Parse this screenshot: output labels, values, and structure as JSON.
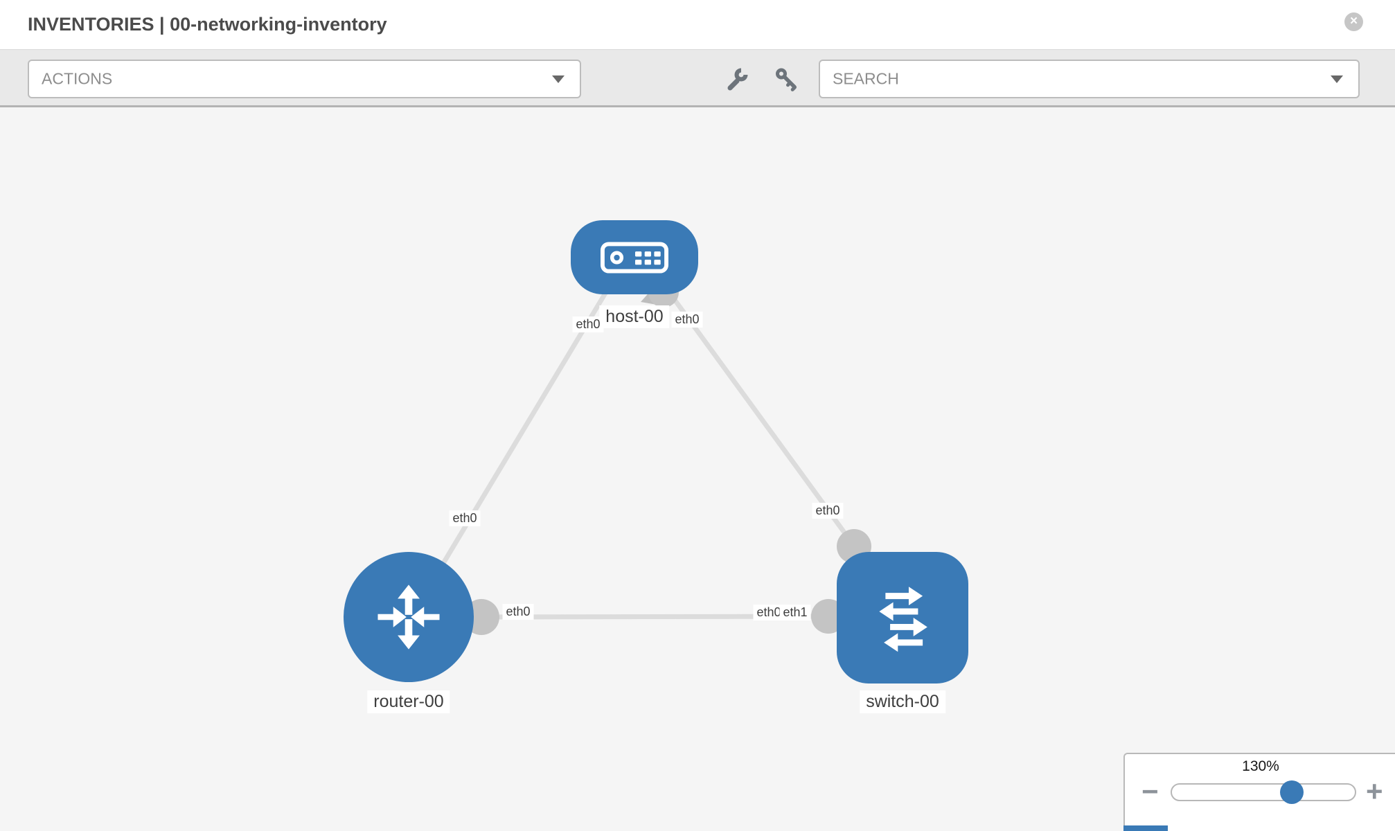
{
  "window": {
    "close_label": "×"
  },
  "header": {
    "title": "INVENTORIES | 00-networking-inventory"
  },
  "toolbar": {
    "actions_label": "ACTIONS",
    "search_placeholder": "SEARCH",
    "icons": [
      "wrench-icon",
      "key-icon"
    ]
  },
  "diagram": {
    "nodes": [
      {
        "label": "host-00",
        "type": "host"
      },
      {
        "label": "router-00",
        "type": "router"
      },
      {
        "label": "switch-00",
        "type": "switch"
      }
    ],
    "links": [
      {
        "source": "router-00",
        "source_if": "eth0",
        "target": "host-00",
        "target_if": "eth0"
      },
      {
        "source": "host-00",
        "source_if": "eth0",
        "target": "switch-00",
        "target_if": "eth0"
      },
      {
        "source": "router-00",
        "source_if": "eth0",
        "target": "switch-00",
        "target_if": "eth1"
      }
    ],
    "if_labels": {
      "host_left": "eth0",
      "host_right": "eth0",
      "router_link": "eth0",
      "router_port": "eth0",
      "switch_link": "eth0",
      "switch_port_back": "eth0",
      "switch_port_front": "eth1"
    }
  },
  "zoom_control": {
    "percent_label": "130%",
    "zoom_percent": 130,
    "minus_label": "−",
    "plus_label": "+"
  },
  "colors": {
    "node_blue": "#3a7ab6",
    "port_gray": "#c4c4c4",
    "link_gray": "#dcdcdc",
    "toolbar_bg": "#e9e9e9",
    "canvas_bg": "#f5f5f5",
    "border_gray": "#b7b7b7",
    "label_text": "#3e3e3e"
  }
}
